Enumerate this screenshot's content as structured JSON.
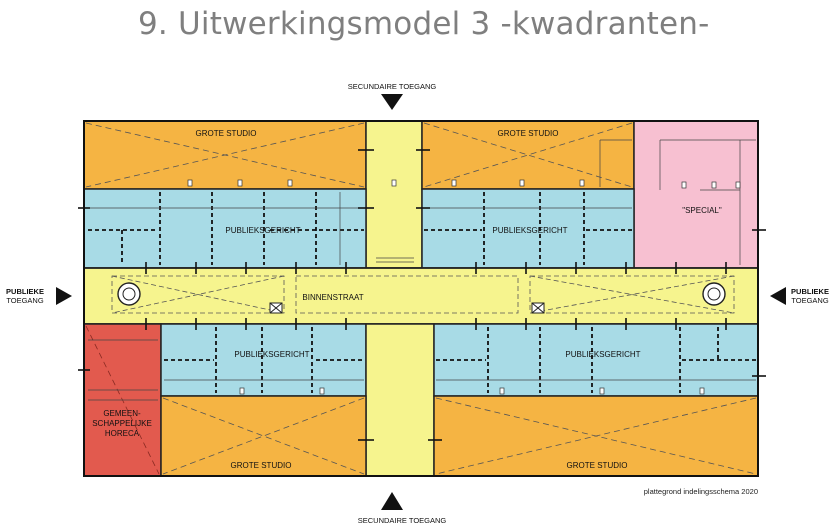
{
  "title": "9. Uitwerkingsmodel 3  -kwadranten-",
  "labels": {
    "grote_studio": "GROTE STUDIO",
    "publieksgericht": "PUBLIEKSGERICHT",
    "special": "\"SPECIAL\"",
    "binnenstraat": "BINNENSTRAAT",
    "gemeenschappelijke_horeca": [
      "GEMEEN-",
      "SCHAPPELIJKE",
      "HORECA"
    ],
    "secundaire_toegang": "SECUNDAIRE TOEGANG",
    "publieke_toegang": [
      "PUBLIEKE",
      "TOEGANG"
    ],
    "caption": "plattegrond indelingsschema 2020"
  },
  "colors": {
    "studio_orange": "#f5b443",
    "public_blue": "#a8dbe6",
    "street_yellow": "#f6f48e",
    "special_pink": "#f7c0d1",
    "horeca_red": "#e25a4e",
    "title_gray": "#7f7f7f"
  }
}
